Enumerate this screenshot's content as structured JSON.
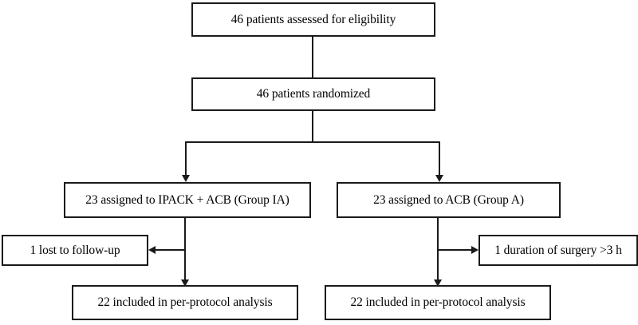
{
  "diagram": {
    "type": "consort-flow-diagram",
    "title": "",
    "colors": {
      "stroke": "#1a1a1a",
      "fill": "#ffffff",
      "text": "#000000"
    },
    "nodes": {
      "eligibility": {
        "label": "46 patients assessed for eligibility",
        "count": 46
      },
      "randomized": {
        "label": "46 patients randomized",
        "count": 46
      },
      "group_ia": {
        "label": "23 assigned to IPACK + ACB (Group IA)",
        "count": 23
      },
      "group_a": {
        "label": "23 assigned to ACB (Group A)",
        "count": 23
      },
      "lost_followup": {
        "label": "1 lost to follow-up",
        "count": 1
      },
      "duration_surgery": {
        "label": "1 duration of surgery >3 h",
        "count": 1
      },
      "per_protocol_left": {
        "label": "22 included in per-protocol analysis",
        "count": 22
      },
      "per_protocol_right": {
        "label": "22 included in per-protocol analysis",
        "count": 22
      }
    },
    "edges": [
      {
        "from": "eligibility",
        "to": "randomized",
        "arrow": false
      },
      {
        "from": "randomized",
        "to": "group_ia",
        "arrow": true
      },
      {
        "from": "randomized",
        "to": "group_a",
        "arrow": true
      },
      {
        "from": "group_ia",
        "to": "lost_followup",
        "arrow": true,
        "direction": "left"
      },
      {
        "from": "group_ia",
        "to": "per_protocol_left",
        "arrow": true,
        "direction": "down"
      },
      {
        "from": "group_a",
        "to": "duration_surgery",
        "arrow": true,
        "direction": "right"
      },
      {
        "from": "group_a",
        "to": "per_protocol_right",
        "arrow": true,
        "direction": "down"
      }
    ]
  }
}
